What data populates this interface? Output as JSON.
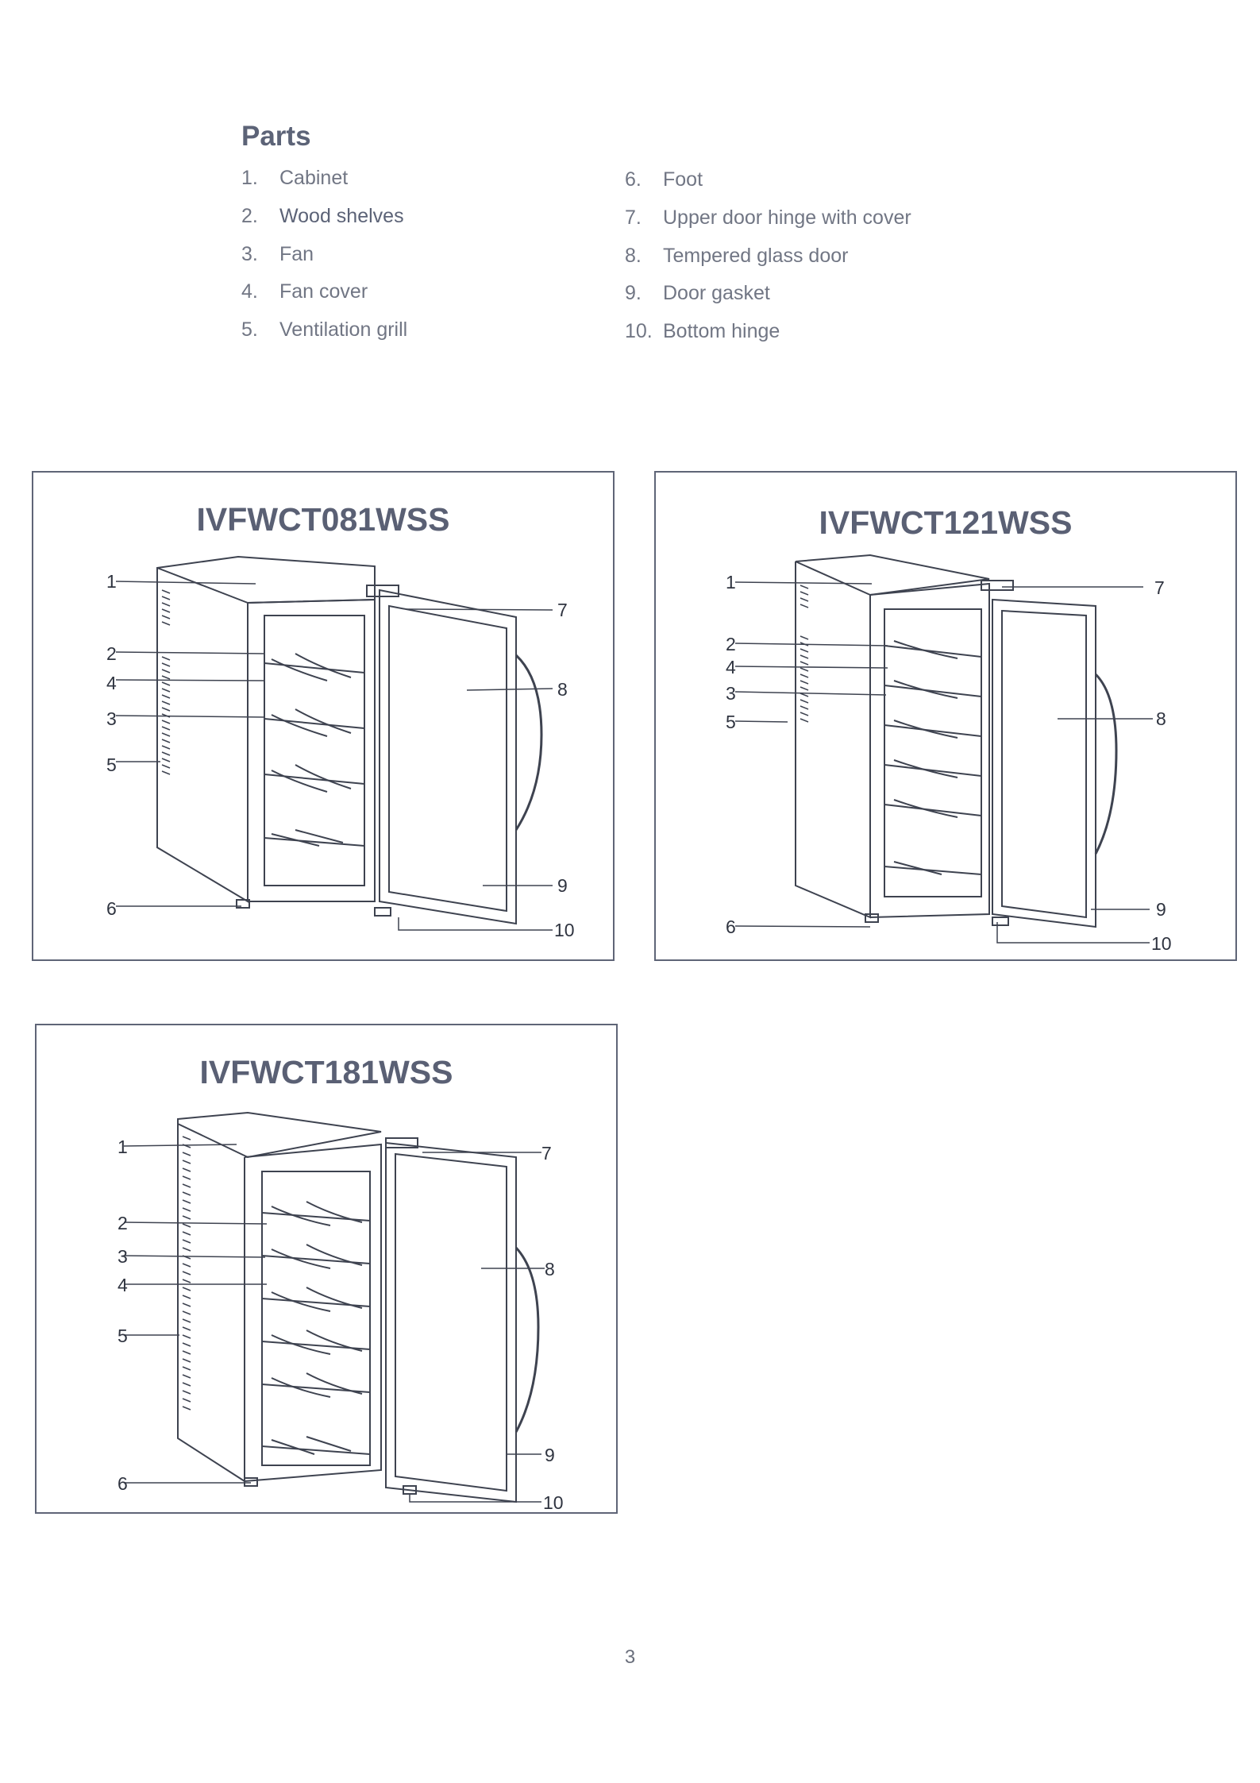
{
  "parts": {
    "title": "Parts",
    "items": [
      {
        "num": "1.",
        "label": "Cabinet"
      },
      {
        "num": "2.",
        "label": "Wood shelves"
      },
      {
        "num": "3.",
        "label": "Fan"
      },
      {
        "num": "4.",
        "label": "Fan cover"
      },
      {
        "num": "5.",
        "label": "Ventilation grill"
      },
      {
        "num": "6.",
        "label": "Foot"
      },
      {
        "num": "7.",
        "label": "Upper door hinge with cover"
      },
      {
        "num": "8.",
        "label": "Tempered glass door"
      },
      {
        "num": "9.",
        "label": "Door gasket"
      },
      {
        "num": "10.",
        "label": "Bottom hinge"
      }
    ]
  },
  "models": [
    {
      "title": "IVFWCT081WSS",
      "callouts": [
        "1",
        "2",
        "4",
        "3",
        "5",
        "6",
        "7",
        "8",
        "9",
        "10"
      ]
    },
    {
      "title": "IVFWCT121WSS",
      "callouts": [
        "1",
        "2",
        "4",
        "3",
        "5",
        "6",
        "7",
        "8",
        "9",
        "10"
      ]
    },
    {
      "title": "IVFWCT181WSS",
      "callouts": [
        "1",
        "2",
        "3",
        "4",
        "5",
        "6",
        "7",
        "8",
        "9",
        "10"
      ]
    }
  ],
  "page_number": "3"
}
